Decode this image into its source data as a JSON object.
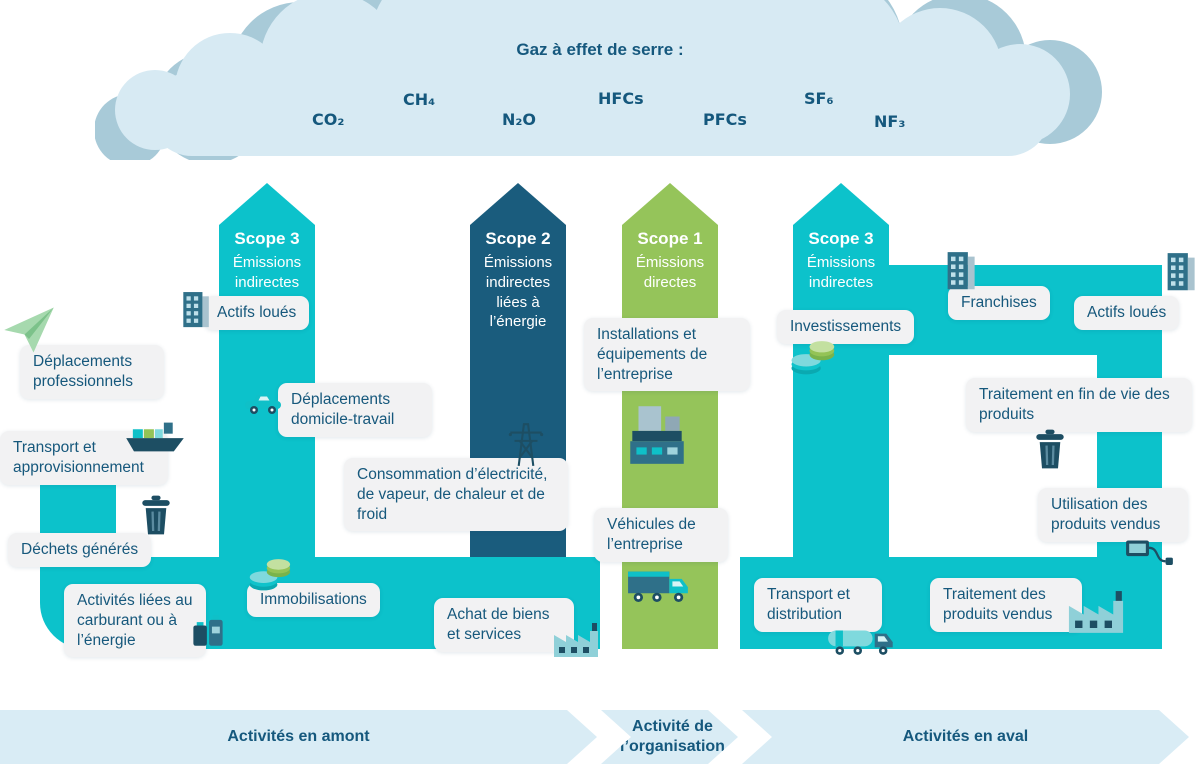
{
  "colors": {
    "teal": "#0cc2cb",
    "dark_blue": "#1a5c7d",
    "green": "#95c45a",
    "text_blue": "#15587d",
    "cloud_front": "#d7eaf3",
    "cloud_back": "#a8cad8",
    "pill_bg": "#f2f2f3",
    "footer_band": "#d9ecf5"
  },
  "cloud": {
    "title": "Gaz à effet de serre :",
    "gases": [
      "CO₂",
      "CH₄",
      "N₂O",
      "HFCs",
      "PFCs",
      "SF₆",
      "NF₃"
    ]
  },
  "scopes": {
    "upstream3": {
      "title": "Scope 3",
      "subtitle": "Émissions indirectes"
    },
    "scope2": {
      "title": "Scope 2",
      "subtitle": "Émissions indirectes liées à l’énergie"
    },
    "scope1": {
      "title": "Scope 1",
      "subtitle": "Émissions directes"
    },
    "downstream3": {
      "title": "Scope 3",
      "subtitle": "Émissions indirectes"
    }
  },
  "items": {
    "actifs_loues_amont": {
      "label": "Actifs loués",
      "icon": "building-icon"
    },
    "deplacements_pro": {
      "label": "Déplacements professionnels",
      "icon": "plane-icon"
    },
    "domicile_travail": {
      "label": "Déplacements domicile-travail",
      "icon": "car-icon"
    },
    "transport_appro": {
      "label": "Transport et approvisionnement",
      "icon": "ship-icon"
    },
    "dechets": {
      "label": "Déchets générés",
      "icon": "trash-bin-icon"
    },
    "carburant_energie": {
      "label": "Activités liées au carburant ou à l’énergie",
      "icon": "fuel-icon"
    },
    "immobilisations": {
      "label": "Immobilisations",
      "icon": "coins-icon"
    },
    "achat_biens": {
      "label": "Achat de biens et services",
      "icon": "factory-icon"
    },
    "consommation": {
      "label": "Consommation d’électricité, de vapeur, de chaleur et de froid",
      "icon": "power-pylon-icon"
    },
    "installations": {
      "label": "Installations et équipements de l’entreprise",
      "icon": "machines-icon"
    },
    "vehicules": {
      "label": "Véhicules de l’entreprise",
      "icon": "truck-icon"
    },
    "franchises": {
      "label": "Franchises",
      "icon": "building-icon"
    },
    "actifs_loues_aval": {
      "label": "Actifs loués",
      "icon": "building-icon"
    },
    "investissements": {
      "label": "Investissements",
      "icon": "coins-icon"
    },
    "fin_de_vie": {
      "label": "Traitement en fin de vie des produits",
      "icon": "trash-bin-icon"
    },
    "utilisation": {
      "label": "Utilisation des produits vendus",
      "icon": "plug-icon"
    },
    "transport_distribution": {
      "label": "Transport et distribution",
      "icon": "tanker-truck-icon"
    },
    "traitement_vendus": {
      "label": "Traitement des produits vendus",
      "icon": "factory-icon"
    }
  },
  "footer": {
    "amont": "Activités en amont",
    "organisation": "Activité de l’organisation",
    "aval": "Activités en aval"
  }
}
